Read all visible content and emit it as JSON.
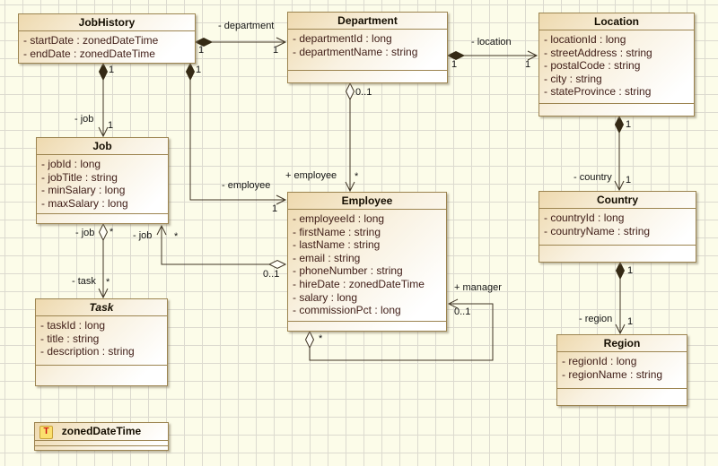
{
  "diagram": {
    "classes": [
      {
        "name": "JobHistory",
        "attributes": [
          "- startDate : zonedDateTime",
          "- endDate : zonedDateTime"
        ]
      },
      {
        "name": "Department",
        "attributes": [
          "- departmentId : long",
          "- departmentName : string"
        ]
      },
      {
        "name": "Location",
        "attributes": [
          "- locationId : long",
          "- streetAddress : string",
          "- postalCode : string",
          "- city : string",
          "- stateProvince : string"
        ]
      },
      {
        "name": "Job",
        "attributes": [
          "- jobId : long",
          "- jobTitle : string",
          "- minSalary : long",
          "- maxSalary : long"
        ]
      },
      {
        "name": "Employee",
        "attributes": [
          "- employeeId : long",
          "- firstName : string",
          "- lastName : string",
          "- email : string",
          "- phoneNumber : string",
          "- hireDate : zonedDateTime",
          "- salary : long",
          "- commissionPct : long"
        ]
      },
      {
        "name": "Country",
        "attributes": [
          "- countryId : long",
          "- countryName : string"
        ]
      },
      {
        "name": "Region",
        "attributes": [
          "- regionId : long",
          "- regionName : string"
        ]
      },
      {
        "name": "Task",
        "attributes": [
          "- taskId : long",
          "- title : string",
          "- description : string"
        ]
      }
    ],
    "datatype": {
      "name": "zonedDateTime",
      "icon_letter": "T"
    },
    "edges": {
      "jobhistory_department": {
        "name": "- department",
        "m_src": "1",
        "m_tgt": "1"
      },
      "department_location": {
        "name": "- location",
        "m_src": "1",
        "m_tgt": "1"
      },
      "jobhistory_job": {
        "name": "- job",
        "m_src": "1",
        "m_tgt": "1"
      },
      "jobhistory_employee": {
        "name": "- employee",
        "m_src": "1",
        "m_tgt": "1"
      },
      "department_employee": {
        "name": "+ employee",
        "m_src": "0..1",
        "m_tgt": "*"
      },
      "location_country": {
        "name": "- country",
        "m_src": "1",
        "m_tgt": "1"
      },
      "country_region": {
        "name": "- region",
        "m_src": "1",
        "m_tgt": "1"
      },
      "employee_job": {
        "name": "- job",
        "m_src": "0..1",
        "m_tgt": "*"
      },
      "job_task": {
        "name": "- task",
        "src_name": "- job",
        "m_src": "*",
        "m_tgt": "*"
      },
      "employee_manager": {
        "name": "+ manager",
        "m_src": "*",
        "m_tgt": "0..1"
      }
    },
    "colors": {
      "background": "#fcfce9",
      "grid_line": "#dcdacf",
      "box_border": "#9c8450",
      "box_gradient_start": "#eed9ae",
      "attribute_text": "#42201a",
      "wire": "#3f3424",
      "datatype_icon_bg": "#fbe06e",
      "datatype_icon_letter": "#cc1111"
    }
  }
}
